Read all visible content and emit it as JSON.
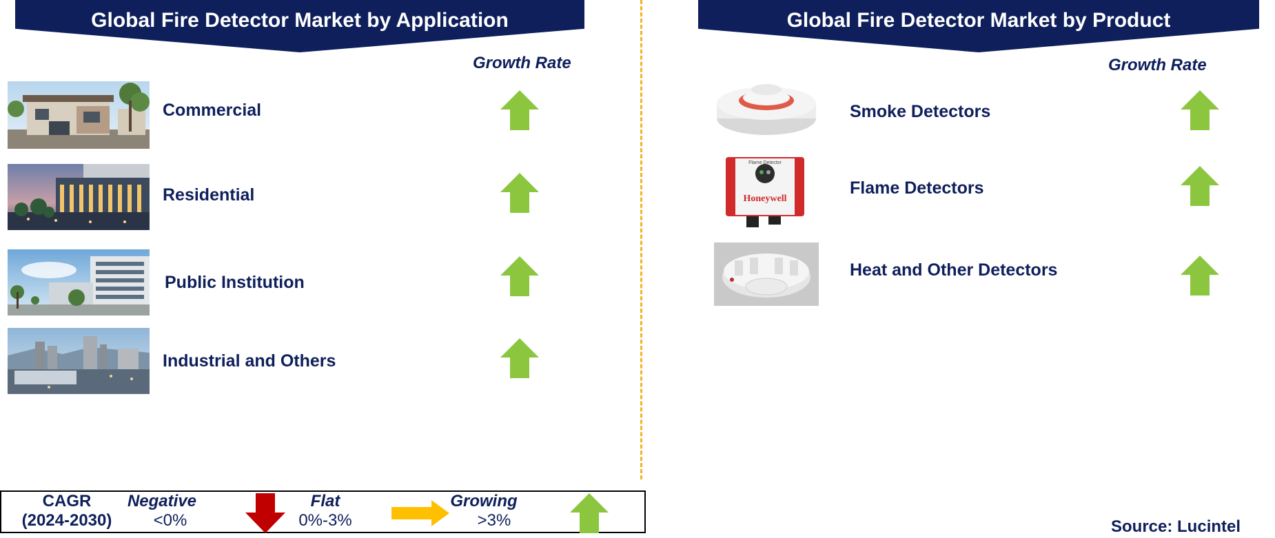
{
  "left_panel": {
    "title": "Global Fire Detector Market by Application",
    "growth_header": "Growth Rate",
    "items": [
      {
        "label": "Commercial",
        "trend": "growing"
      },
      {
        "label": "Residential",
        "trend": "growing"
      },
      {
        "label": "Public Institution",
        "trend": "growing"
      },
      {
        "label": "Industrial and Others",
        "trend": "growing"
      }
    ]
  },
  "right_panel": {
    "title": "Global Fire Detector Market by Product",
    "growth_header": "Growth Rate",
    "items": [
      {
        "label": "Smoke Detectors",
        "trend": "growing"
      },
      {
        "label": "Flame Detectors",
        "trend": "growing",
        "device_text": "Flame Detector",
        "brand": "Honeywell"
      },
      {
        "label": "Heat and Other Detectors",
        "trend": "growing"
      }
    ]
  },
  "legend": {
    "cagr_label": "CAGR",
    "period": "(2024-2030)",
    "negative_label": "Negative",
    "negative_range": "<0%",
    "flat_label": "Flat",
    "flat_range": "0%-3%",
    "growing_label": "Growing",
    "growing_range": ">3%"
  },
  "source": "Source: Lucintel",
  "colors": {
    "navy": "#0e1f5b",
    "growing_arrow": "#8cc63f",
    "negative_arrow": "#c00000",
    "flat_arrow": "#ffc000",
    "divider": "#f3b425"
  }
}
